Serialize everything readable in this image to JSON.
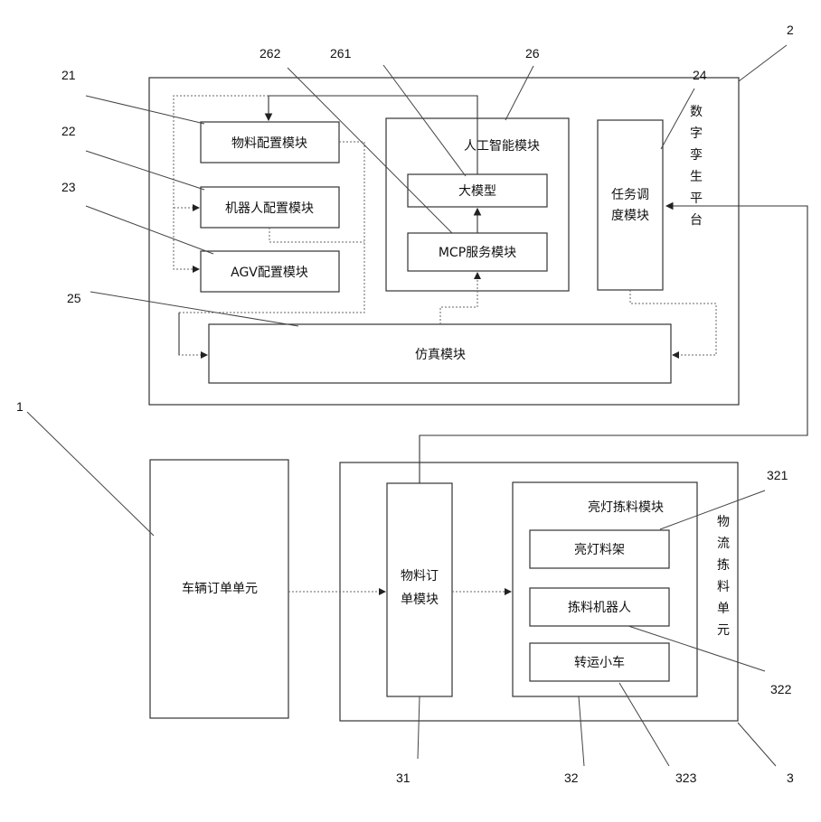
{
  "digital_twin": {
    "ref": "2",
    "title": "数字孪生平台",
    "material_config": {
      "ref": "21",
      "label": "物料配置模块"
    },
    "robot_config": {
      "ref": "22",
      "label": "机器人配置模块"
    },
    "agv_config": {
      "ref": "23",
      "label": "AGV配置模块"
    },
    "task_dispatch": {
      "ref": "24",
      "label": "任务调度模块"
    },
    "simulation": {
      "ref": "25",
      "label": "仿真模块"
    },
    "ai_module": {
      "ref": "26",
      "label": "人工智能模块"
    },
    "large_model": {
      "ref": "261",
      "label": "大模型"
    },
    "mcp_service": {
      "ref": "262",
      "label": "MCP服务模块"
    }
  },
  "vehicle_order": {
    "ref": "1",
    "label": "车辆订单单元"
  },
  "logistics": {
    "ref": "3",
    "title": "物流拣料单元",
    "material_order": {
      "ref": "31",
      "label": "物料订单模块"
    },
    "light_picking": {
      "ref": "32",
      "label": "亮灯拣料模块"
    },
    "light_rack": {
      "ref": "321",
      "label": "亮灯料架"
    },
    "picking_robot": {
      "ref": "322",
      "label": "拣料机器人"
    },
    "transfer_cart": {
      "ref": "323",
      "label": "转运小车"
    }
  }
}
